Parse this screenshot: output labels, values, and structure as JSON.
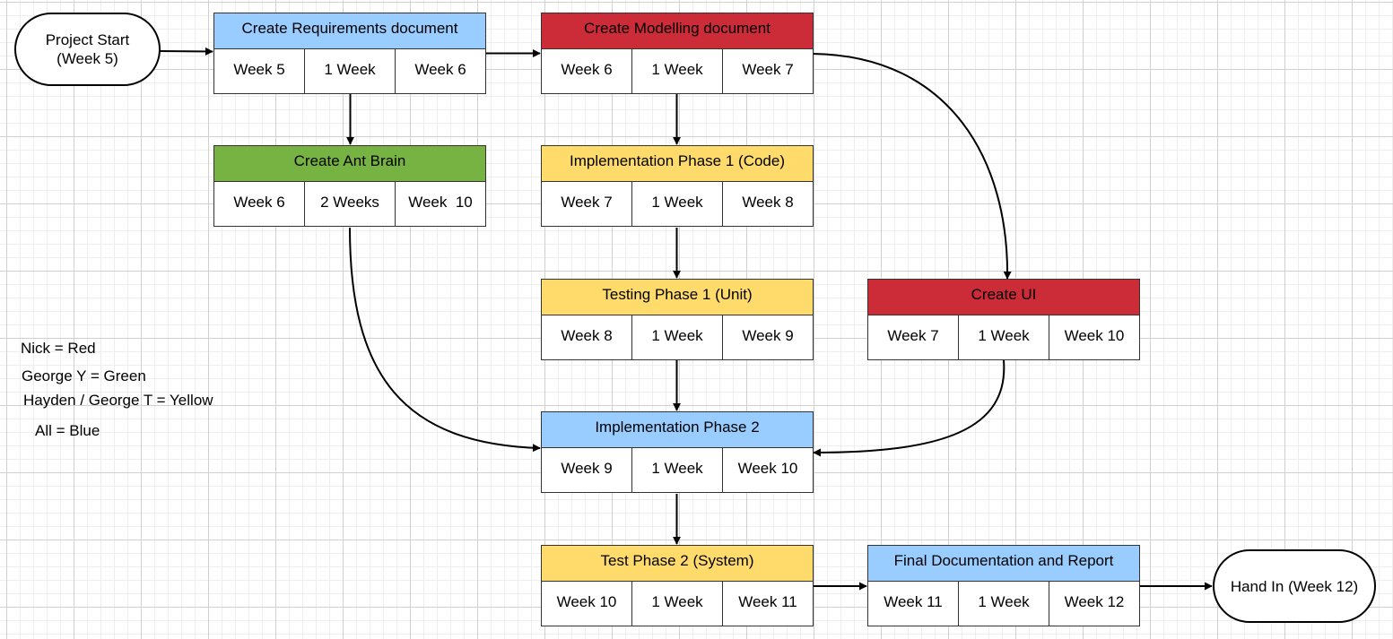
{
  "colors": {
    "blue": "#99ccff",
    "red": "#cc2b38",
    "green": "#77b342",
    "yellow": "#fedb6b",
    "line": "#000000",
    "border": "#333333"
  },
  "start": {
    "line1": "Project Start",
    "line2": "(Week 5)"
  },
  "end": {
    "label": "Hand In (Week 12)"
  },
  "tasks": [
    {
      "title": "Create Requirements document",
      "start": "Week 5",
      "duration": "1 Week",
      "end": "Week 6",
      "color": "blue"
    },
    {
      "title": "Create Modelling document",
      "start": "Week 6",
      "duration": "1 Week",
      "end": "Week 7",
      "color": "red"
    },
    {
      "title": "Create Ant Brain",
      "start": "Week 6",
      "duration": "2 Weeks",
      "end": "Week  10",
      "color": "green"
    },
    {
      "title": "Implementation Phase 1 (Code)",
      "start": "Week 7",
      "duration": "1 Week",
      "end": "Week 8",
      "color": "yellow"
    },
    {
      "title": "Testing Phase 1 (Unit)",
      "start": "Week 8",
      "duration": "1 Week",
      "end": "Week 9",
      "color": "yellow"
    },
    {
      "title": "Create UI",
      "start": "Week 7",
      "duration": "1 Week",
      "end": "Week 10",
      "color": "red"
    },
    {
      "title": "Implementation Phase 2",
      "start": "Week 9",
      "duration": "1 Week",
      "end": "Week 10",
      "color": "blue"
    },
    {
      "title": "Test Phase 2 (System)",
      "start": "Week 10",
      "duration": "1 Week",
      "end": "Week 11",
      "color": "yellow"
    },
    {
      "title": "Final Documentation and Report",
      "start": "Week 11",
      "duration": "1 Week",
      "end": "Week 12",
      "color": "blue"
    }
  ],
  "legend": {
    "nick": "Nick = Red",
    "george_y": "George Y = Green",
    "hayden": "Hayden / George T = Yellow",
    "all": "All = Blue"
  }
}
